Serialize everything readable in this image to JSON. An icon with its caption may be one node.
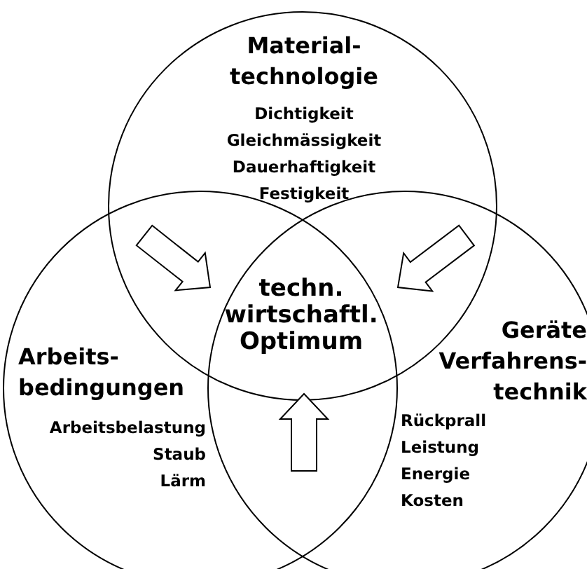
{
  "diagram": {
    "nodes": [
      {
        "text": [
          "Material- technologie",
          "Dichtigkeit",
          "Gleichmässigkeit",
          "Dauerhaftigkeit",
          "Festigkeit"
        ]
      },
      {
        "text": [
          "Arbeits- bedingungen",
          "Arbeitsbelastung",
          "Staub",
          "Lärm"
        ]
      },
      {
        "text": [
          "Geräte Verfahrens- technik",
          "Rückprall",
          "Leistung",
          "Energie",
          "Kosten"
        ]
      },
      {
        "text": [
          "techn. wirtschaftl. Optimum"
        ]
      }
    ],
    "edges": [
      {
        "from": null,
        "to": 3,
        "arrow": "to"
      },
      {
        "from": null,
        "to": 3,
        "arrow": "to"
      },
      {
        "from": null,
        "to": 3,
        "arrow": "to"
      }
    ]
  }
}
